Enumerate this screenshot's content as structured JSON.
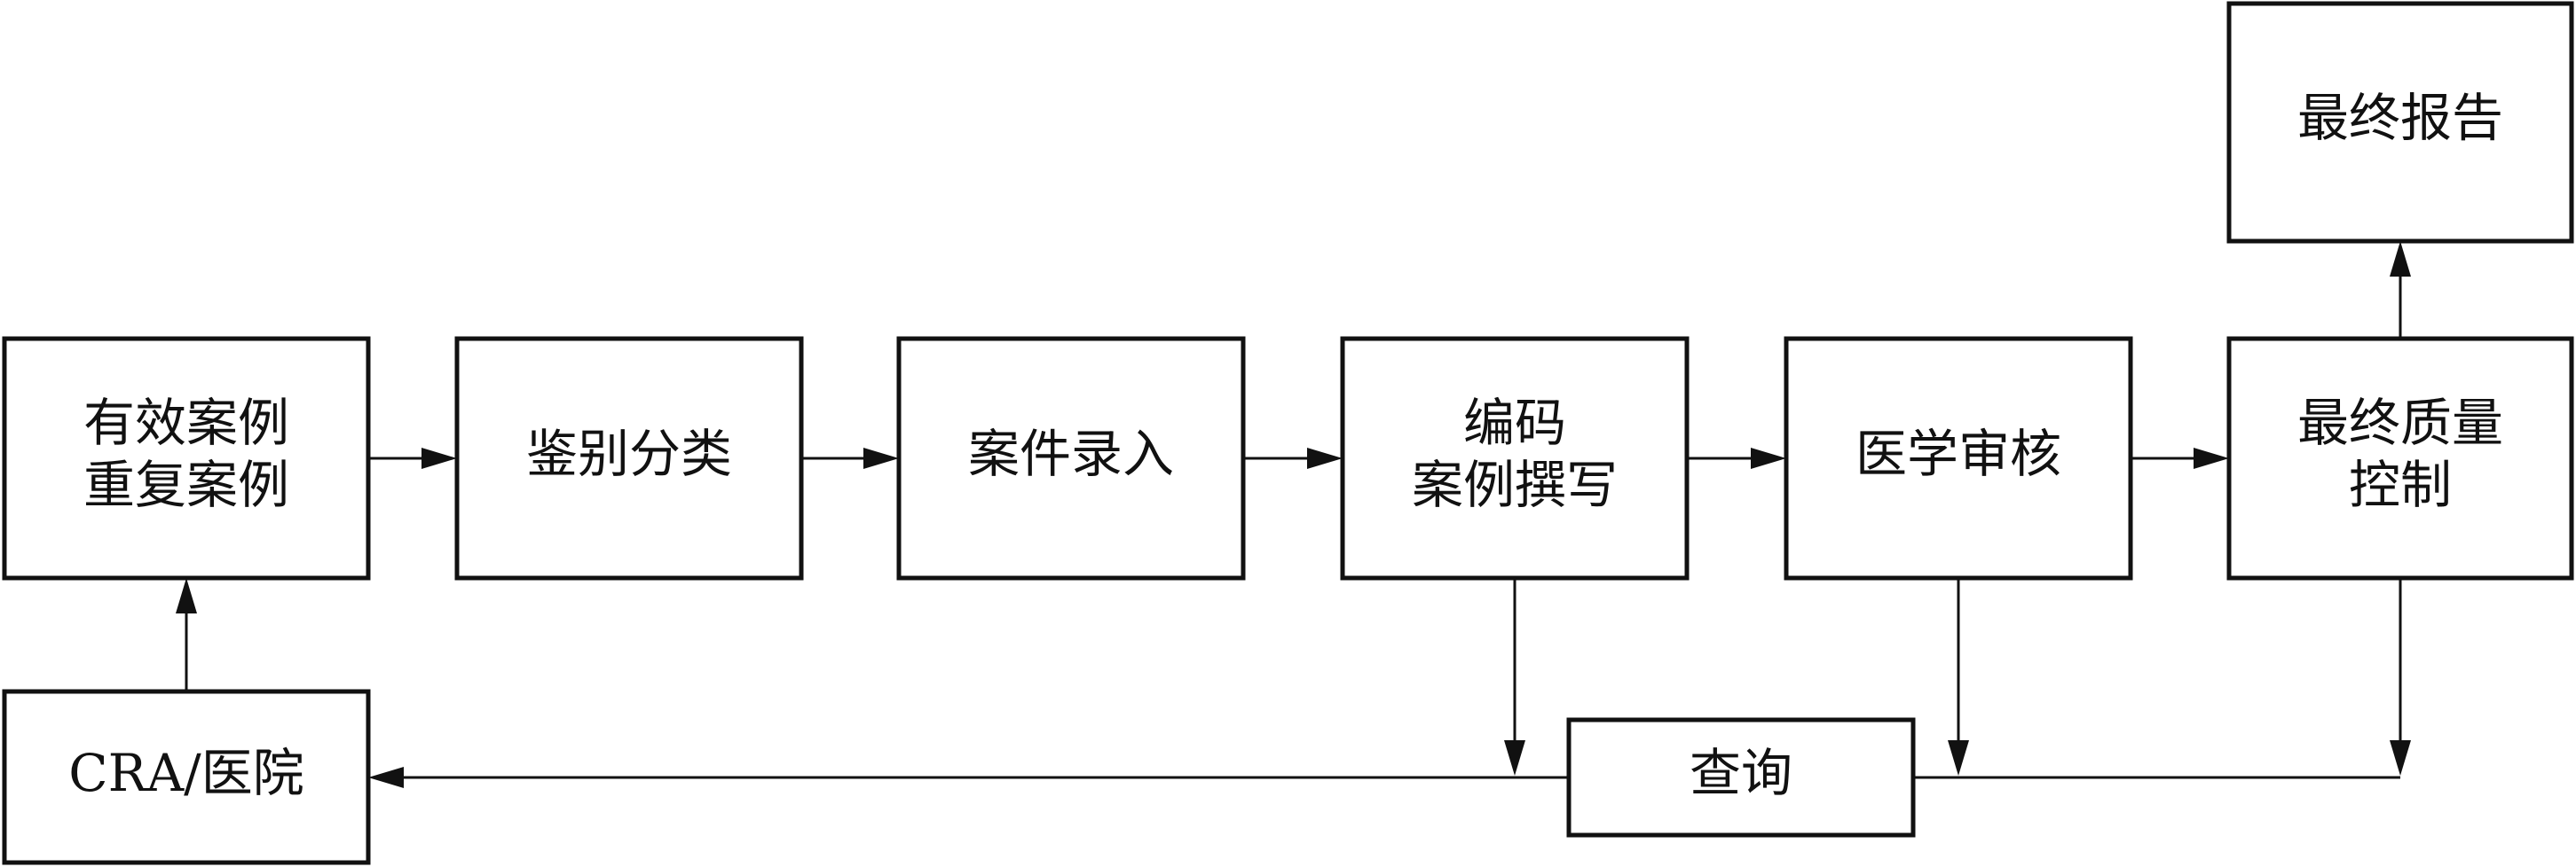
{
  "nodes": {
    "cases": {
      "lines": [
        "有效案例",
        "重复案例"
      ]
    },
    "identify": {
      "lines": [
        "鉴别分类"
      ]
    },
    "entry": {
      "lines": [
        "案件录入"
      ]
    },
    "coding": {
      "lines": [
        "编码",
        "案例撰写"
      ]
    },
    "review": {
      "lines": [
        "医学审核"
      ]
    },
    "qc": {
      "lines": [
        "最终质量",
        "控制"
      ]
    },
    "report": {
      "lines": [
        "最终报告"
      ]
    },
    "cra": {
      "lines": [
        "CRA/医院"
      ]
    },
    "query": {
      "lines": [
        "查询"
      ]
    }
  },
  "colors": {
    "stroke": "#111111",
    "fill": "#ffffff",
    "background": "#ffffff"
  }
}
